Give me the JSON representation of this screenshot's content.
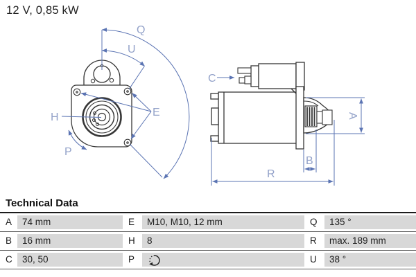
{
  "title": "12 V, 0,85 kW",
  "technical_data": {
    "heading": "Technical Data",
    "rows": [
      {
        "cells": [
          {
            "key": "A",
            "value": "74 mm"
          },
          {
            "key": "E",
            "value": "M10, M10, 12 mm"
          },
          {
            "key": "Q",
            "value": "135 °"
          }
        ]
      },
      {
        "cells": [
          {
            "key": "B",
            "value": "16 mm"
          },
          {
            "key": "H",
            "value": "8"
          },
          {
            "key": "R",
            "value": "max. 189 mm"
          }
        ]
      },
      {
        "cells": [
          {
            "key": "C",
            "value": "30, 50"
          },
          {
            "key": "P",
            "value": "",
            "value_icon": "rotation-clockwise-icon"
          },
          {
            "key": "U",
            "value": "38 °"
          }
        ]
      }
    ]
  },
  "diagram": {
    "front_view_labels": {
      "q": "Q",
      "u": "U",
      "e": "E",
      "h": "H",
      "p": "P"
    },
    "side_view_labels": {
      "c": "C",
      "a": "A",
      "b": "B",
      "r": "R"
    }
  },
  "colors": {
    "dimension_line": "#5b74b3",
    "dimension_label": "#93a2c9",
    "outline": "#363636",
    "table_cell_bg": "#d8d8d8"
  }
}
